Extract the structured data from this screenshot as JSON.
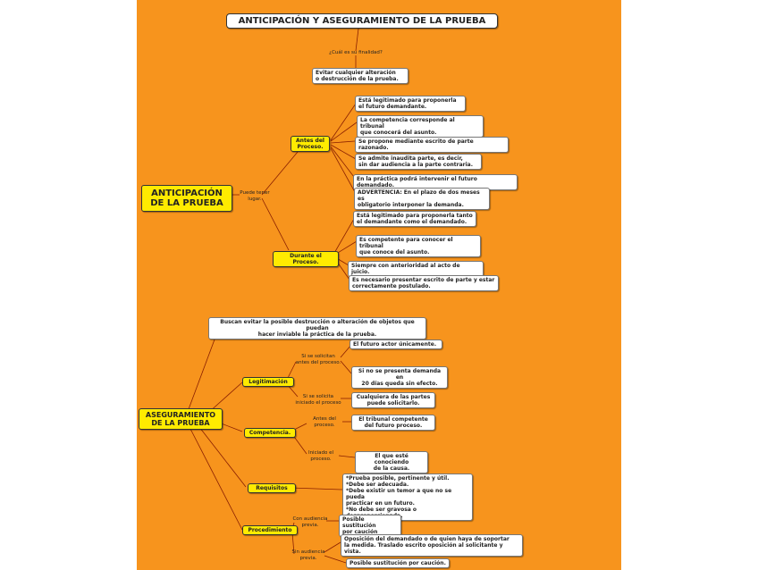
{
  "title": "ANTICIPACIÓN Y ASEGURAMIENTO DE LA PRUEBA",
  "top_question": "¿Cuál es su finalidad?",
  "top_answer": "Evitar cualquier alteración\no destrucción de la prueba.",
  "anticipacion": {
    "root": "ANTICIPACIÓN\nDE LA PRUEBA",
    "link_label": "Puede tener\nlugar.",
    "antes": {
      "label": "Antes del\nProceso.",
      "items": [
        "Está legitimado para proponerla\nel futuro demandante.",
        "La competencia corresponde al tribunal\nque conocerá del asunto.",
        "Se propone mediante escrito de parte razonado.",
        "Se admite inaudita parte, es decir,\nsin dar audiencia a la parte contraria.",
        "En la práctica podrá intervenir el futuro demandado.",
        "ADVERTENCIA: En el plazo de dos meses es\nobligatorio interponer la demanda."
      ]
    },
    "durante": {
      "label": "Durante el Proceso.",
      "items": [
        "Está legitimado para proponerla tanto\nel demandante como el demandado.",
        "Es competente para conocer el tribunal\nque conoce del asunto.",
        "Siempre con anterioridad al acto de juicio.",
        "Es necesario presentar escrito de parte y estar\ncorrectamente postulado."
      ]
    }
  },
  "aseguramiento": {
    "root": "ASEGURAMIENTO\nDE LA PRUEBA",
    "purpose": "Buscan evitar la posible destrucción o alteración de objetos que puedan\nhacer inviable la práctica de la prueba.",
    "legitimacion": {
      "label": "Legitimación",
      "antes_label": "Si se solicitan\nantes del proceso.",
      "antes_items": [
        "El futuro actor únicamente.",
        "Si no se presenta demanda en\n20 días queda sin efecto."
      ],
      "iniciado_label": "Si se solicita\niniciado el proceso",
      "iniciado_item": "Cualquiera de las partes\npuede solicitarlo."
    },
    "competencia": {
      "label": "Competencia.",
      "antes_label": "Antes del\nproceso.",
      "antes_item": "El tribunal competente\ndel futuro proceso.",
      "iniciado_label": "Iniciado el\nproceso.",
      "iniciado_item": "El que esté conociendo\nde la causa."
    },
    "requisitos": {
      "label": "Requisitos",
      "item": "*Prueba posible, pertinente y útil.\n*Debe ser adecuada.\n*Debe existir un temor a que no se pueda\npracticar en un futuro.\n*No debe ser gravosa o desproporcionada."
    },
    "procedimiento": {
      "label": "Procedimiento",
      "con_label": "Con audiencia\nprevia.",
      "con_item": "Posible sustitución\npor caución",
      "sin_label": "Sin audiencia\nprevia.",
      "sin_items": [
        "Oposición del demandado o de quien haya de soportar\nla medida. Traslado escrito oposición al solicitante y vista.",
        "Posible sustitución por caución."
      ]
    }
  }
}
